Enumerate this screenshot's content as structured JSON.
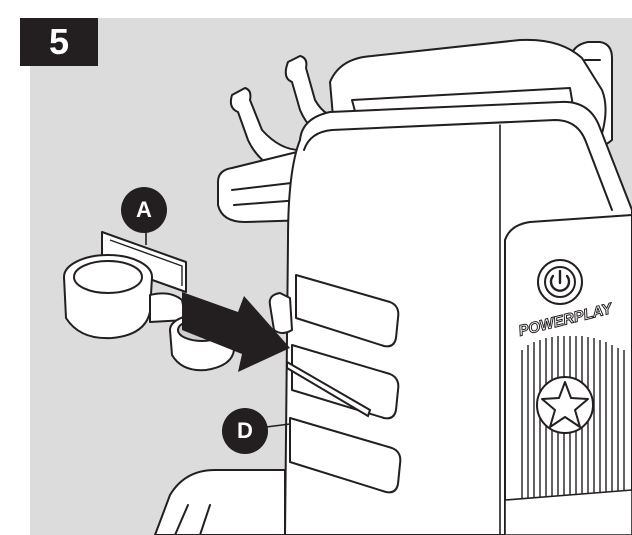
{
  "step": {
    "number": "5"
  },
  "callouts": {
    "a": "A",
    "d": "D"
  },
  "brand": {
    "label": "POWERPLAY"
  },
  "colors": {
    "background_panel": "#dcdcdc",
    "machine_fill": "#ffffff",
    "line": "#231f20",
    "label_fill": "#231f20",
    "label_text": "#ffffff",
    "arrow": "#231f20"
  }
}
